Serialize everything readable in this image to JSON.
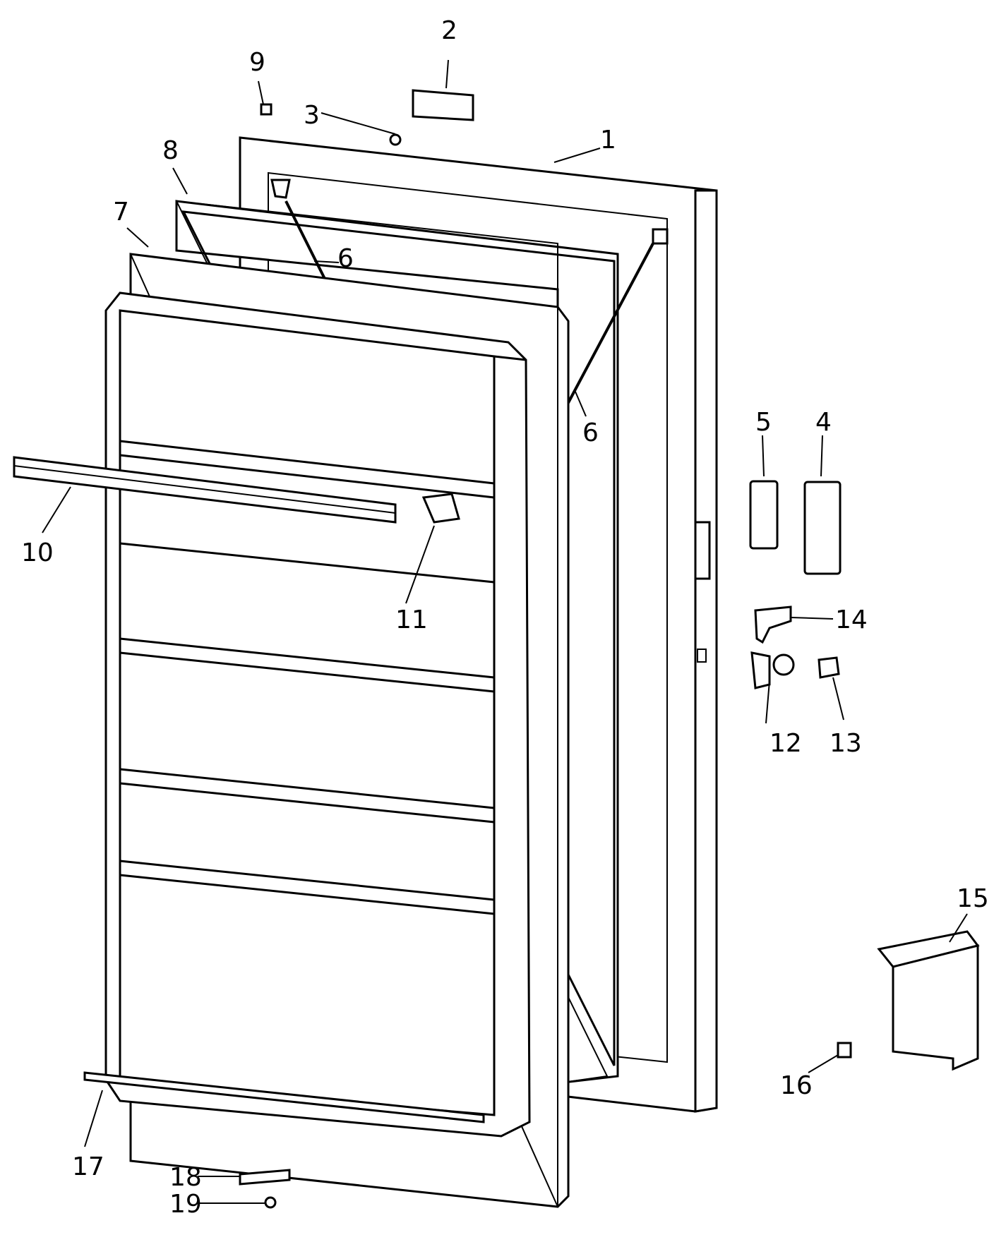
{
  "callouts": [
    {
      "id": "1",
      "text": "1"
    },
    {
      "id": "2",
      "text": "2"
    },
    {
      "id": "3",
      "text": "3"
    },
    {
      "id": "4",
      "text": "4"
    },
    {
      "id": "5",
      "text": "5"
    },
    {
      "id": "6a",
      "text": "6"
    },
    {
      "id": "6b",
      "text": "6"
    },
    {
      "id": "7",
      "text": "7"
    },
    {
      "id": "8",
      "text": "8"
    },
    {
      "id": "9",
      "text": "9"
    },
    {
      "id": "10",
      "text": "10"
    },
    {
      "id": "11",
      "text": "11"
    },
    {
      "id": "12",
      "text": "12"
    },
    {
      "id": "13",
      "text": "13"
    },
    {
      "id": "14",
      "text": "14"
    },
    {
      "id": "15",
      "text": "15"
    },
    {
      "id": "16",
      "text": "16"
    },
    {
      "id": "17",
      "text": "17"
    },
    {
      "id": "18",
      "text": "18"
    },
    {
      "id": "19",
      "text": "19"
    }
  ]
}
